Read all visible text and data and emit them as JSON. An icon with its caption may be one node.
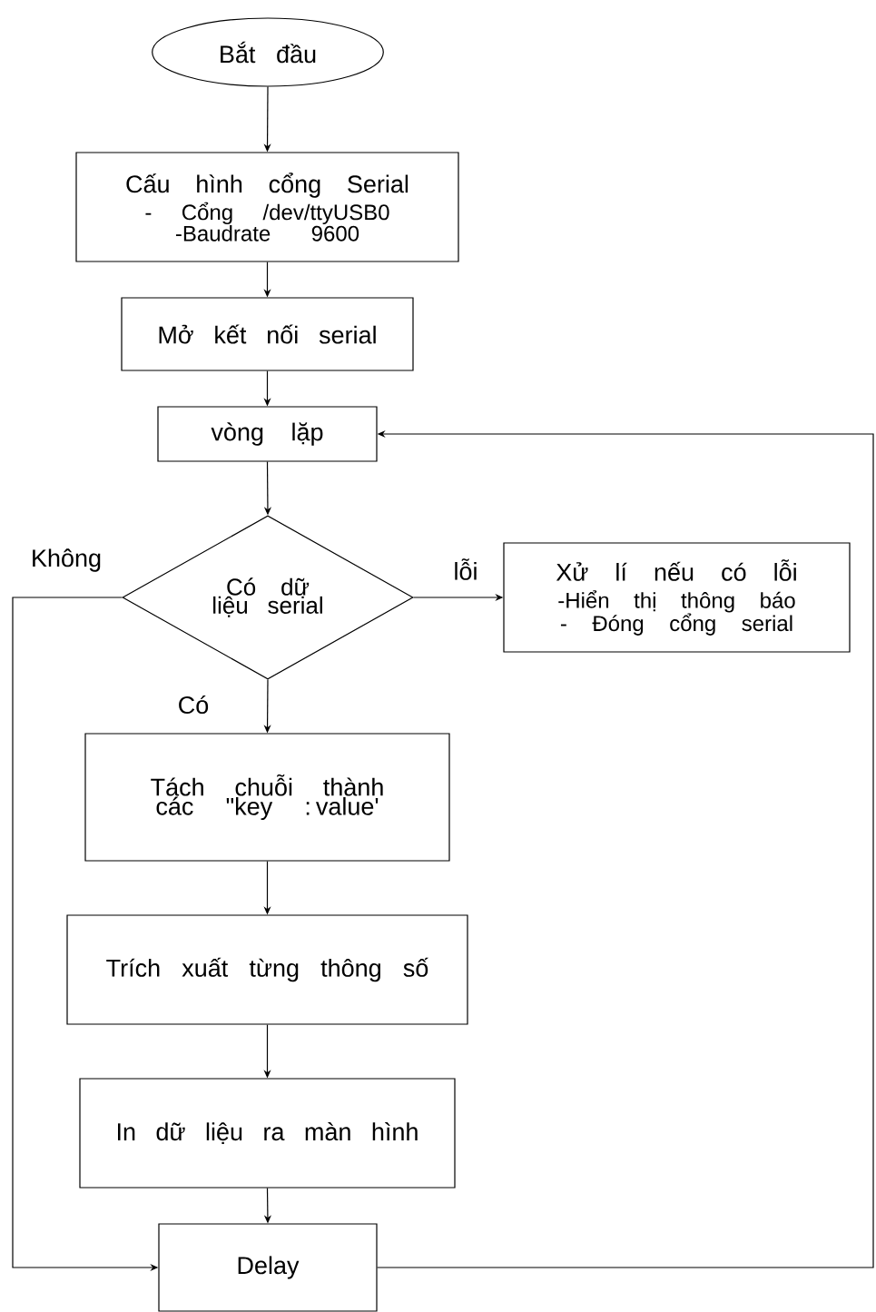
{
  "diagram": {
    "nodes": [
      {
        "text": [
          "Bắt đầu"
        ]
      },
      {
        "text": [
          "Cấu hình cổng Serial",
          "- Cổng /dev/ttyUSB0",
          "-Baudrate 9600"
        ]
      },
      {
        "text": [
          "Mở kết nối serial"
        ]
      },
      {
        "text": [
          "vòng lặp"
        ]
      },
      {
        "text": [
          "Có dữ liệu serial"
        ]
      },
      {
        "text": [
          "Xử lí nếu có lỗi",
          "-Hiển thị thông báo",
          "- Đóng cổng serial"
        ]
      },
      {
        "text": [
          "Tách chuỗi thành các \"key : value'"
        ]
      },
      {
        "text": [
          "Trích xuất từng thông số"
        ]
      },
      {
        "text": [
          "In dữ liệu ra màn hình"
        ]
      },
      {
        "text": [
          "Delay"
        ]
      }
    ],
    "edges": [
      {
        "from": 0,
        "to": 1,
        "arrow": "to"
      },
      {
        "from": 1,
        "to": 2,
        "arrow": "to"
      },
      {
        "from": 2,
        "to": 3,
        "arrow": "to"
      },
      {
        "from": 3,
        "to": 4,
        "arrow": "to"
      },
      {
        "from": 4,
        "to": 5,
        "arrow": "to",
        "label": "lỗi"
      },
      {
        "from": 4,
        "to": 6,
        "arrow": "to",
        "label": "Có"
      },
      {
        "from": 6,
        "to": 7,
        "arrow": "to"
      },
      {
        "from": 7,
        "to": 8,
        "arrow": "to"
      },
      {
        "from": 8,
        "to": 9,
        "arrow": "to"
      },
      {
        "from": 4,
        "to": 9,
        "arrow": "to",
        "label": "Không"
      },
      {
        "from": 9,
        "to": 3,
        "arrow": "to"
      }
    ]
  }
}
